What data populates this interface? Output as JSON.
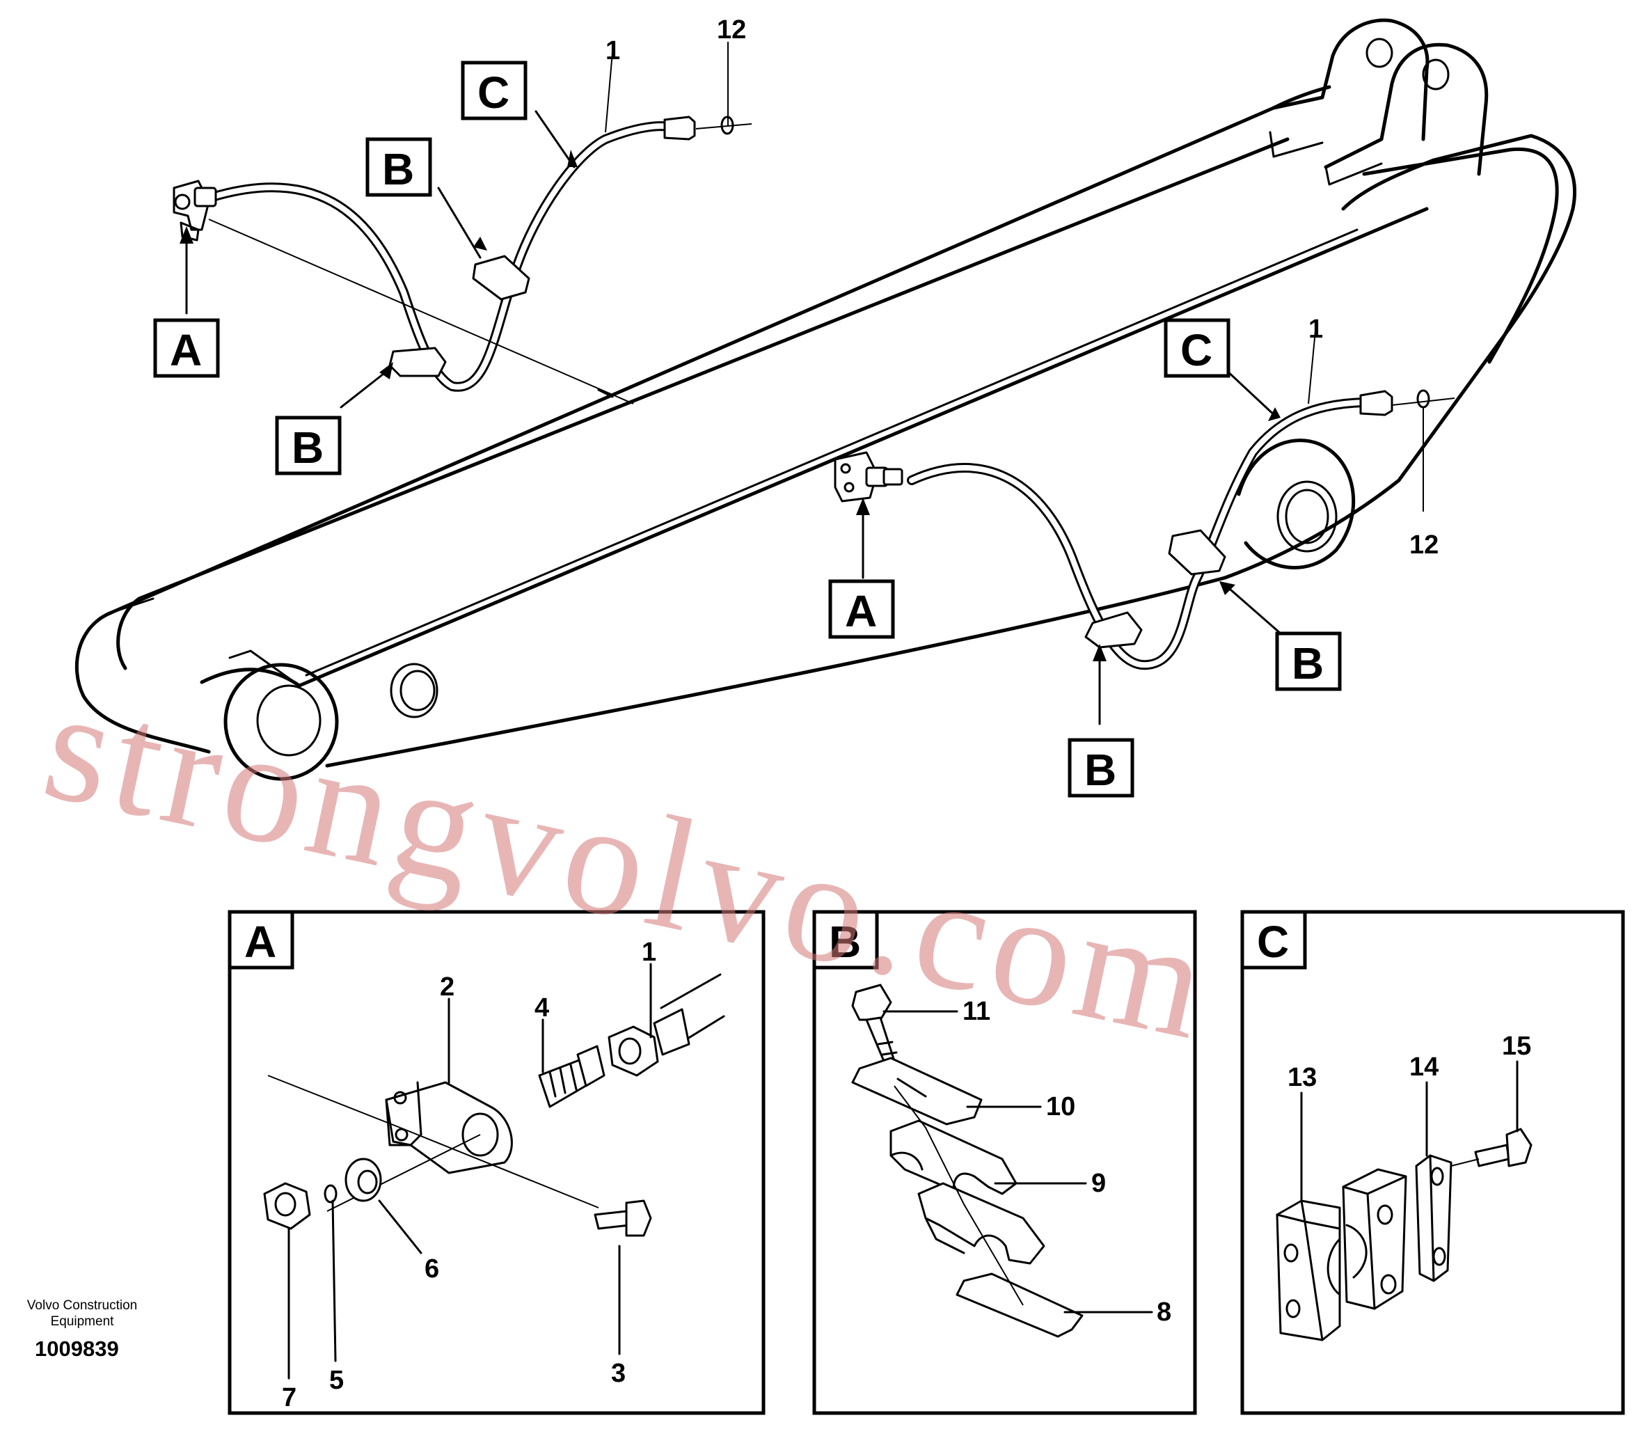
{
  "brand": {
    "line1": "Volvo Construction",
    "line2": "Equipment",
    "reference": "1009839"
  },
  "watermark": "strongvolvo.com",
  "callouts": {
    "a": "A",
    "b": "B",
    "c": "C"
  },
  "panels": {
    "a": {
      "label": "A",
      "items": [
        "1",
        "2",
        "3",
        "4",
        "5",
        "6",
        "7"
      ]
    },
    "b": {
      "label": "B",
      "items": [
        "8",
        "9",
        "10",
        "11"
      ]
    },
    "c": {
      "label": "C",
      "items": [
        "13",
        "14",
        "15"
      ]
    }
  },
  "overview_items": [
    "1",
    "12"
  ],
  "colors": {
    "line": "#000000",
    "watermark": "#d67878"
  }
}
